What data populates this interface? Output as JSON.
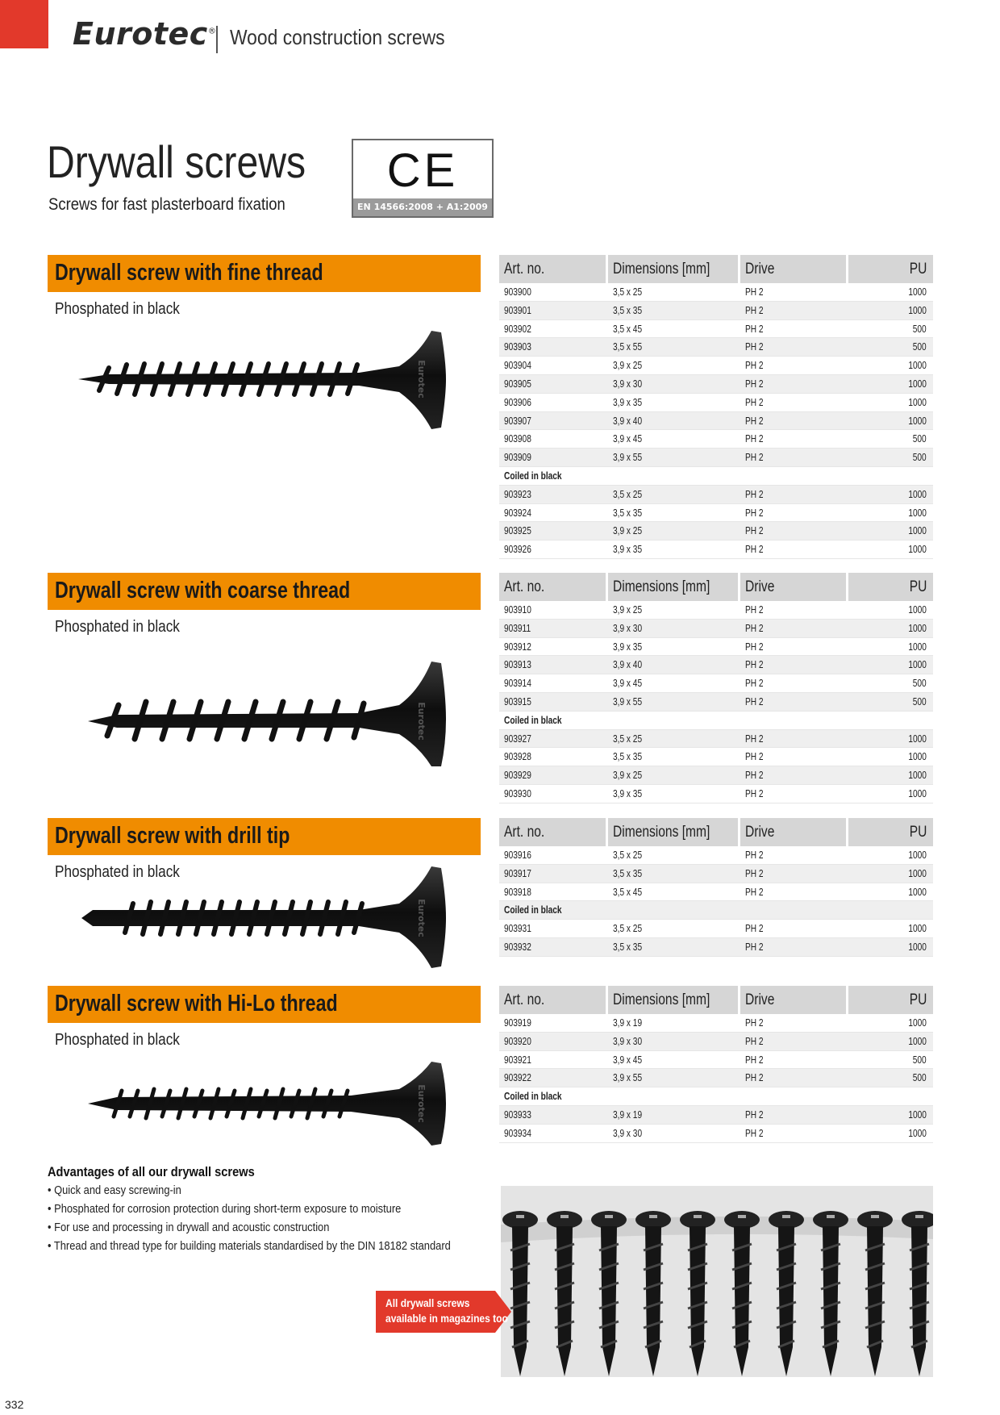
{
  "header": {
    "brand": "Eurotec",
    "brand_mark": "®",
    "section": "Wood construction screws"
  },
  "page": {
    "title": "Drywall screws",
    "subtitle": "Screws for fast plasterboard fixation",
    "ce_mark": "CE",
    "ce_standard": "EN 14566:2008 + A1:2009",
    "page_number": "332"
  },
  "columns": [
    "Art. no.",
    "Dimensions [mm]",
    "Drive",
    "PU"
  ],
  "sections": [
    {
      "title": "Drywall screw with fine thread",
      "finish": "Phosphated in black",
      "rows": [
        [
          "903900",
          "3,5 x 25",
          "PH 2",
          "1000"
        ],
        [
          "903901",
          "3,5 x 35",
          "PH 2",
          "1000"
        ],
        [
          "903902",
          "3,5 x 45",
          "PH 2",
          "500"
        ],
        [
          "903903",
          "3,5 x 55",
          "PH 2",
          "500"
        ],
        [
          "903904",
          "3,9 x 25",
          "PH 2",
          "1000"
        ],
        [
          "903905",
          "3,9 x 30",
          "PH 2",
          "1000"
        ],
        [
          "903906",
          "3,9 x 35",
          "PH 2",
          "1000"
        ],
        [
          "903907",
          "3,9 x 40",
          "PH 2",
          "1000"
        ],
        [
          "903908",
          "3,9 x 45",
          "PH 2",
          "500"
        ],
        [
          "903909",
          "3,9 x 55",
          "PH 2",
          "500"
        ],
        [
          "Coiled in black",
          "",
          "",
          ""
        ],
        [
          "903923",
          "3,5 x 25",
          "PH 2",
          "1000"
        ],
        [
          "903924",
          "3,5 x 35",
          "PH 2",
          "1000"
        ],
        [
          "903925",
          "3,9 x 25",
          "PH 2",
          "1000"
        ],
        [
          "903926",
          "3,9 x 35",
          "PH 2",
          "1000"
        ]
      ]
    },
    {
      "title": "Drywall screw with coarse thread",
      "finish": "Phosphated in black",
      "rows": [
        [
          "903910",
          "3,9 x 25",
          "PH 2",
          "1000"
        ],
        [
          "903911",
          "3,9 x 30",
          "PH 2",
          "1000"
        ],
        [
          "903912",
          "3,9 x 35",
          "PH 2",
          "1000"
        ],
        [
          "903913",
          "3,9 x 40",
          "PH 2",
          "1000"
        ],
        [
          "903914",
          "3,9 x 45",
          "PH 2",
          "500"
        ],
        [
          "903915",
          "3,9 x 55",
          "PH 2",
          "500"
        ],
        [
          "Coiled in black",
          "",
          "",
          ""
        ],
        [
          "903927",
          "3,5 x 25",
          "PH 2",
          "1000"
        ],
        [
          "903928",
          "3,5 x 35",
          "PH 2",
          "1000"
        ],
        [
          "903929",
          "3,9 x 25",
          "PH 2",
          "1000"
        ],
        [
          "903930",
          "3,9 x 35",
          "PH 2",
          "1000"
        ]
      ]
    },
    {
      "title": "Drywall screw with drill tip",
      "finish": "Phosphated in black",
      "rows": [
        [
          "903916",
          "3,5 x 25",
          "PH 2",
          "1000"
        ],
        [
          "903917",
          "3,5 x 35",
          "PH 2",
          "1000"
        ],
        [
          "903918",
          "3,5 x 45",
          "PH 2",
          "1000"
        ],
        [
          "Coiled in black",
          "",
          "",
          ""
        ],
        [
          "903931",
          "3,5 x 25",
          "PH 2",
          "1000"
        ],
        [
          "903932",
          "3,5 x 35",
          "PH 2",
          "1000"
        ]
      ]
    },
    {
      "title": "Drywall screw with Hi-Lo thread",
      "finish": "Phosphated in black",
      "rows": [
        [
          "903919",
          "3,9 x 19",
          "PH 2",
          "1000"
        ],
        [
          "903920",
          "3,9 x 30",
          "PH 2",
          "1000"
        ],
        [
          "903921",
          "3,9 x 45",
          "PH 2",
          "500"
        ],
        [
          "903922",
          "3,9 x 55",
          "PH 2",
          "500"
        ],
        [
          "Coiled in black",
          "",
          "",
          ""
        ],
        [
          "903933",
          "3,9 x 19",
          "PH 2",
          "1000"
        ],
        [
          "903934",
          "3,9 x 30",
          "PH 2",
          "1000"
        ]
      ]
    }
  ],
  "screw_head_text": "Eurotec",
  "advantages": {
    "title": "Advantages of all our drywall screws",
    "items": [
      "• Quick and easy screwing-in",
      "• Phosphated for corrosion protection during short-term exposure to moisture",
      "• For use and processing in drywall and acoustic construction",
      "• Thread and thread type for building materials standardised by the DIN 18182 standard"
    ]
  },
  "callout": {
    "line1": "All drywall screws",
    "line2": "available in magazines too"
  },
  "colors": {
    "accent_orange": "#f08c00",
    "corner_red": "#e2392b",
    "callout_red": "#e2392b",
    "table_header": "#d6d6d6"
  }
}
